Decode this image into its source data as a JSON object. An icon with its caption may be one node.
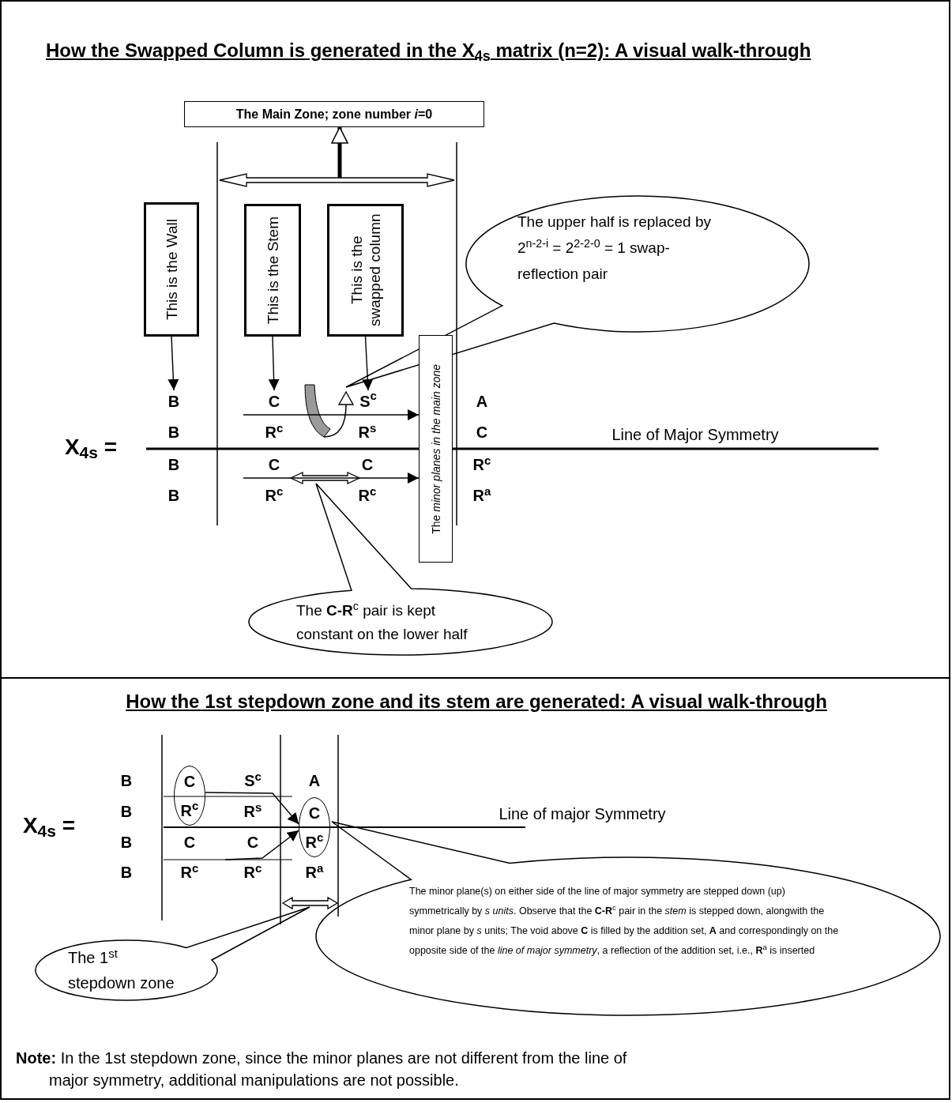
{
  "diagram": {
    "title": "How the Swapped Column is generated in the X$_{4s}$ matrix (n=2): A visual walk-through",
    "nodes": [
      {
        "text": [
          "The Main Zone; zone number *i*=0"
        ]
      },
      {
        "text": [
          "This is the Wall"
        ]
      },
      {
        "text": [
          "This is the Stem"
        ]
      },
      {
        "text": [
          "This is the swapped column"
        ]
      },
      {
        "text": [
          "The upper half is replaced by 2$^{n-2-i}$ = 2$^{2-2-0}$ = 1 swap-reflection pair"
        ]
      },
      {
        "text": [
          "The *minor planes in the main zone*"
        ]
      },
      {
        "text": [
          "B"
        ]
      },
      {
        "text": [
          "C"
        ]
      },
      {
        "text": [
          "S$^{c}$"
        ]
      },
      {
        "text": [
          "The **C-R**$^{c}$ pair is kept constant on the lower half"
        ]
      },
      {
        "text": [
          "C",
          "R$^{c}$"
        ]
      },
      {
        "text": [
          "C",
          "R$^{c}$"
        ]
      },
      {
        "text": [
          "The 1$^{st}$ stepdown zone"
        ]
      },
      {
        "text": [
          "The minor plane(s) on either side of the line of major symmetry are stepped down (up) symmetrically by *s units*. Observe that the **C-R**$^{c}$ pair in the *stem* is stepped down, alongwith the minor plane by *s* units; The void above **C** is filled by the addition set, **A** and correspondingly on the opposite side of the *line of major symmetry*, a reflection of the addition set, i.e., **R**$^{a}$ is inserted"
        ]
      },
      {
        "text": [],
        "shape": "bar"
      }
    ],
    "edges": [
      {
        "from": 14,
        "to": 0,
        "arrow": "to",
        "style": "thick"
      },
      {
        "from": 1,
        "to": 6,
        "arrow": "to"
      },
      {
        "from": 2,
        "to": 7,
        "arrow": "to"
      },
      {
        "from": 3,
        "to": 8,
        "arrow": "to"
      },
      {
        "from": null,
        "to": 5,
        "arrow": "to"
      },
      {
        "from": null,
        "to": 5,
        "arrow": "to"
      },
      {
        "from": 10,
        "to": 11,
        "arrow": "to"
      },
      {
        "from": null,
        "to": 11,
        "arrow": "to"
      }
    ],
    "labels": [
      "X$_{4s}$ =",
      "A",
      "B",
      "R$^{c}$",
      "R$^{s}$",
      "C",
      "Line of Major Symmetry",
      "B",
      "C",
      "C",
      "R$^{c}$",
      "B",
      "R$^{c}$",
      "R$^{c}$",
      "R$^{a}$",
      "How the 1st stepdown zone and its stem are generated: A visual walk-through",
      "B",
      "S$^{c}$",
      "A",
      "X$_{4s}$ =",
      "B",
      "R$^{s}$",
      "Line of major Symmetry",
      "B",
      "C",
      "C",
      "B",
      "R$^{c}$",
      "R$^{c}$",
      "R$^{a}$",
      "**Note:** In the 1st stepdown zone, since the minor planes are not different from the line of major symmetry, additional manipulations are not possible."
    ]
  }
}
